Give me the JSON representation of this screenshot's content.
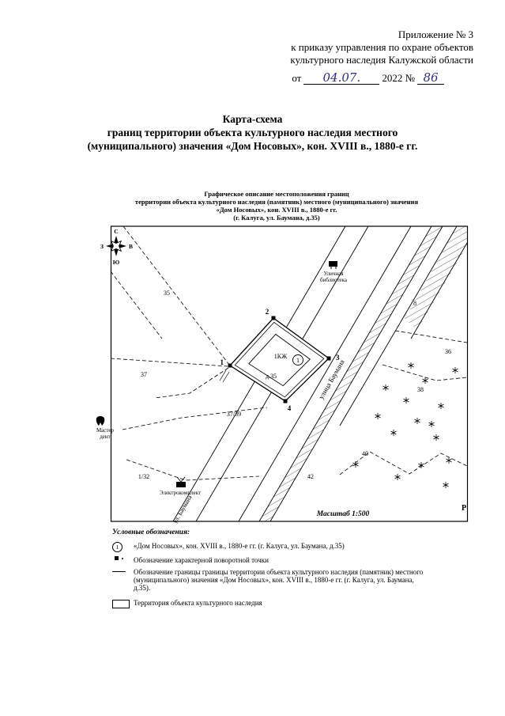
{
  "header": {
    "appendix": "Приложение № 3",
    "order_line1": "к приказу управления по охране объектов",
    "order_line2": "культурного наследия Калужской области",
    "date_prefix": "от",
    "date_value": "04.07.",
    "date_suffix": "2022 №",
    "number_value": "86"
  },
  "title": {
    "line1": "Карта-схема",
    "line2": "границ территории объекта культурного наследия местного",
    "line3": "(муниципального) значения «Дом Носовых», кон. XVIII в., 1880-е гг."
  },
  "caption": {
    "line1": "Графическое описание местоположения границ",
    "line2": "территории объекта культурного наследия (памятник) местного (муниципального) значения",
    "line3": "«Дом Носовых», кон. XVIII в., 1880-е гг.",
    "line4": "(г. Калуга, ул. Баумана, д.35)"
  },
  "map": {
    "compass": {
      "north": "С",
      "south": "Ю",
      "west": "З",
      "east": "В"
    },
    "streets": {
      "main": "улица Баумана",
      "bottom": "ул. Баумана"
    },
    "poi": {
      "library_line1": "Уличная",
      "library_line2": "библиотека",
      "dental_line1": "Мастер",
      "dental_line2": "дент",
      "electro": "Электрокомплект"
    },
    "plots": {
      "p35": "35",
      "p37": "37",
      "p3739": "37/39",
      "p132": "1/32",
      "p36": "36",
      "p38": "38",
      "p40": "40",
      "p42": "42",
      "p8": "8",
      "r": "Р"
    },
    "points": {
      "p1": "1",
      "p2": "2",
      "p3": "3",
      "p4": "4"
    },
    "object": {
      "building": "1КЖ",
      "number": "1",
      "house": "д.35"
    },
    "scale": "Масштаб 1:500"
  },
  "legend": {
    "title": "Условные обозначения:",
    "item1": {
      "symbol": "1",
      "text": "«Дом Носовых», кон. XVIII в., 1880-е гг. (г. Калуга, ул. Баумана, д.35)"
    },
    "item2": {
      "text": "Обозначение характерной поворотной точки"
    },
    "item3": {
      "text": "Обозначение границы границы территории объекта культурного наследия (памятник) местного (муниципального) значения «Дом Носовых», кон. XVIII в., 1880-е гг. (г. Калуга, ул. Баумана, д.35)."
    },
    "item4": {
      "text": "Территория объекта культурного наследия"
    }
  }
}
